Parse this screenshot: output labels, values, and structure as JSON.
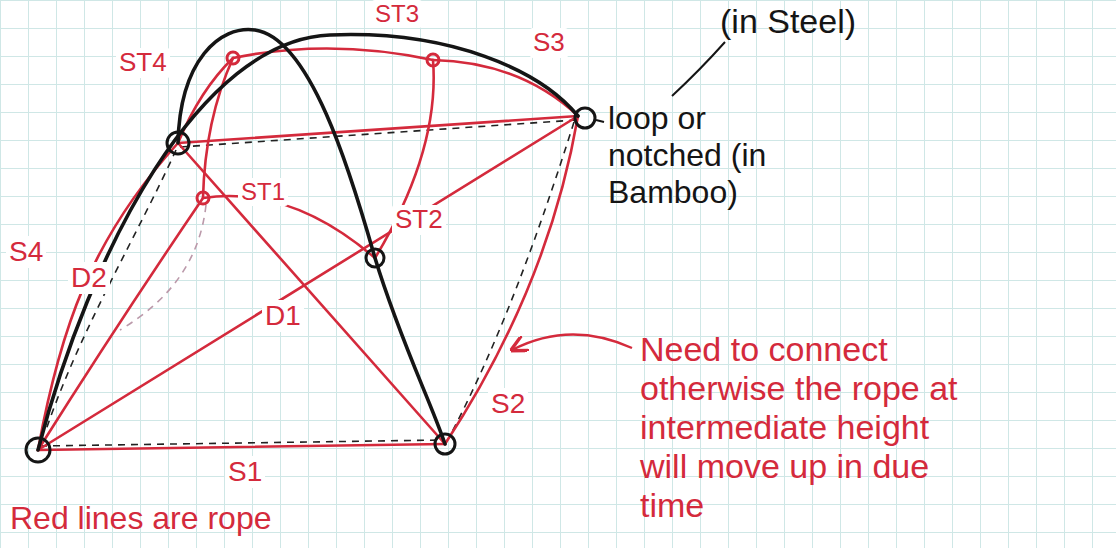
{
  "diagram": {
    "labels": [
      "(in Steel)",
      "loop or notched (in Bamboo)",
      "ST3",
      "ST4",
      "S3",
      "ST2",
      "ST1",
      "S4",
      "D2",
      "D1",
      "S2",
      "S1",
      "Need to connect otherwise the rope at intermediate height will move up in due time",
      "Red lines are rope"
    ]
  }
}
